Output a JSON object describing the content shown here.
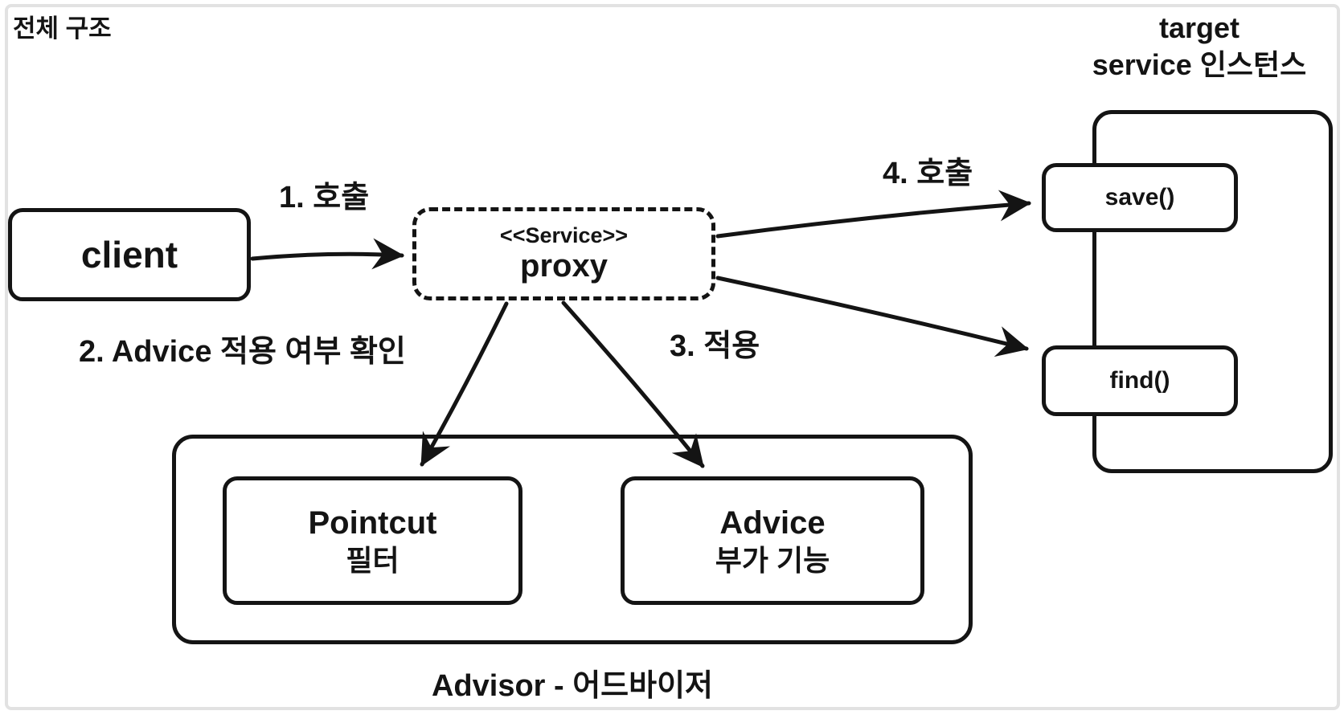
{
  "page": {
    "title": "전체 구조"
  },
  "colors": {
    "ink": "#141414",
    "frame": "#e2e2e2",
    "background": "#ffffff"
  },
  "nodes": {
    "client": {
      "label": "client"
    },
    "proxy": {
      "stereotype": "<<Service>>",
      "name": "proxy"
    },
    "target_service": {
      "title_line1": "target",
      "title_line2": "service 인스턴스",
      "methods": [
        {
          "label": "save()"
        },
        {
          "label": "find()"
        }
      ]
    },
    "advisor": {
      "caption": "Advisor - 어드바이저",
      "pointcut": {
        "title": "Pointcut",
        "subtitle": "필터"
      },
      "advice": {
        "title": "Advice",
        "subtitle": "부가 기능"
      }
    }
  },
  "edges": {
    "call1": {
      "label": "1. 호출"
    },
    "check2": {
      "label": "2. Advice 적용 여부 확인"
    },
    "apply3": {
      "label": "3. 적용"
    },
    "call4": {
      "label": "4. 호출"
    }
  }
}
